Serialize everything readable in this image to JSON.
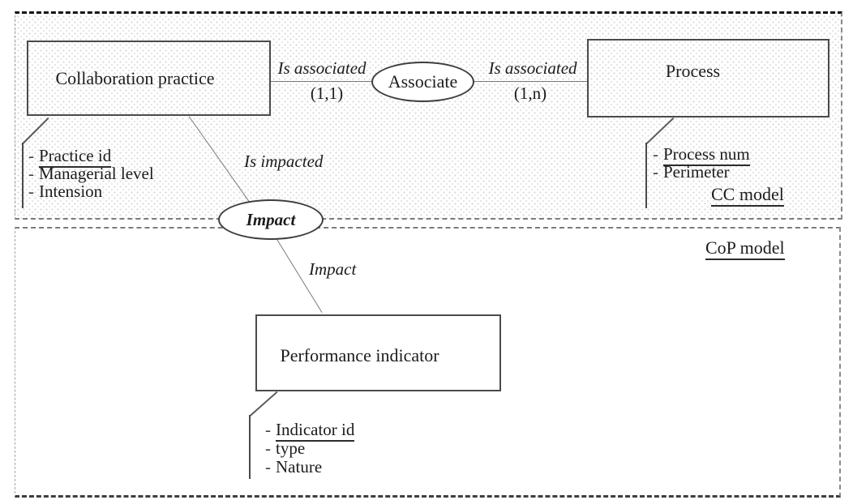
{
  "diagram": {
    "attr_marker": "-",
    "regions": {
      "cc": {
        "label": "CC model"
      },
      "cop": {
        "label": "CoP model"
      }
    },
    "entities": {
      "collaboration_practice": {
        "title": "Collaboration practice",
        "attributes": [
          "Practice id",
          "Managerial level",
          "Intension"
        ]
      },
      "process": {
        "title": "Process",
        "attributes": [
          "Process num",
          "Perimeter"
        ]
      },
      "performance_indicator": {
        "title": "Performance indicator",
        "attributes": [
          "Indicator id",
          "type",
          "Nature"
        ]
      }
    },
    "relationships": {
      "associate": {
        "name": "Associate",
        "left_label": "Is associated",
        "left_cardinality": "(1,1)",
        "right_label": "Is associated",
        "right_cardinality": "(1,n)"
      },
      "impact": {
        "name": "Impact",
        "upper_label": "Is impacted",
        "lower_label": "Impact"
      }
    }
  }
}
